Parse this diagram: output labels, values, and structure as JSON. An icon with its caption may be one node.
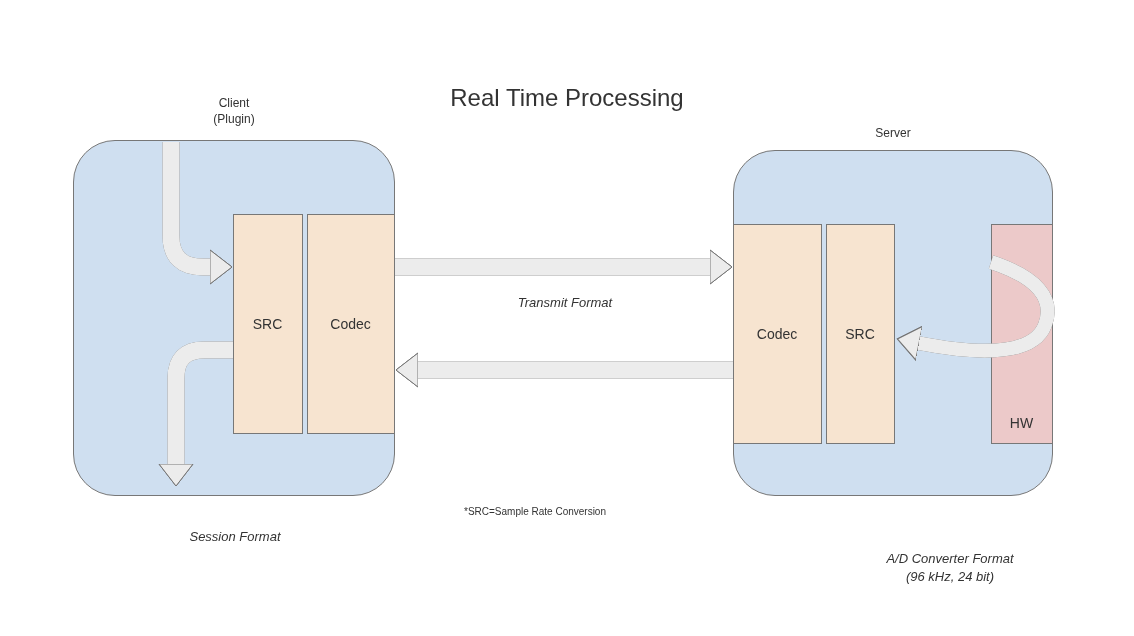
{
  "diagram": {
    "title": "Real Time Processing",
    "nodes": [
      {
        "text": [
          "Client (Plugin)"
        ]
      },
      {
        "text": [
          "SRC"
        ],
        "in": 0
      },
      {
        "text": [
          "Codec"
        ],
        "in": 0
      },
      {
        "text": [
          "Server"
        ]
      },
      {
        "text": [
          "Codec"
        ],
        "in": 3
      },
      {
        "text": [
          "SRC"
        ],
        "in": 3
      },
      {
        "text": [
          "HW"
        ],
        "in": 3
      }
    ],
    "edges": [
      {
        "from": null,
        "to": 1,
        "arrow": "to"
      },
      {
        "from": 1,
        "to": null,
        "arrow": "to"
      },
      {
        "from": 2,
        "to": 4,
        "arrow": "to"
      },
      {
        "from": 4,
        "to": 2,
        "arrow": "to"
      },
      {
        "from": 6,
        "to": 5,
        "arrow": "to"
      }
    ],
    "labels": [
      "Transmit Format",
      "Session Format",
      "*SRC=Sample Rate Conversion",
      "A/D Converter Format (96 kHz, 24 bit)"
    ]
  }
}
